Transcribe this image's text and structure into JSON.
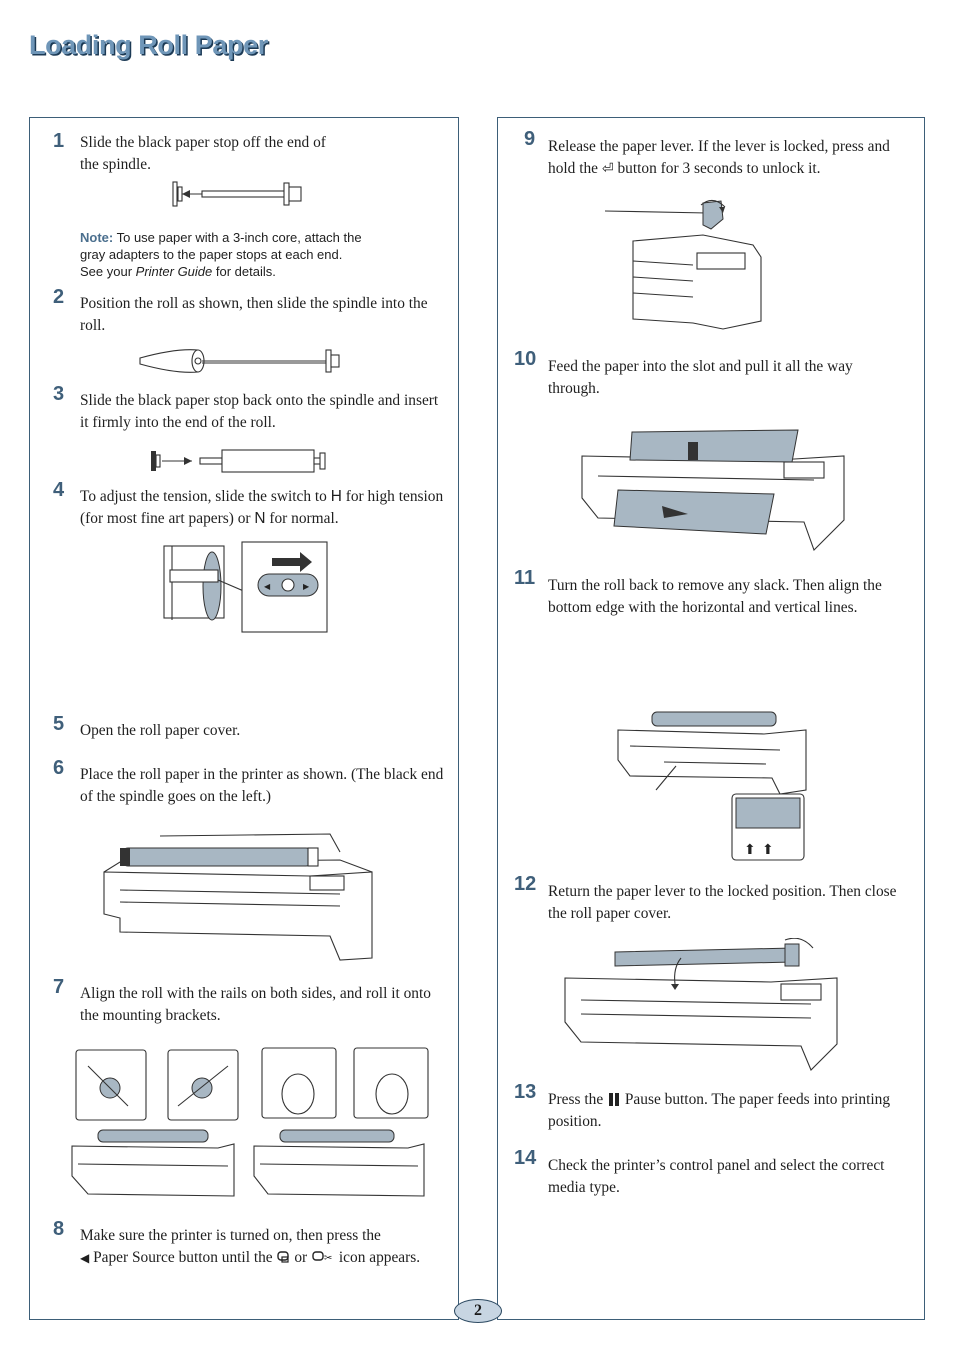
{
  "page": {
    "title": "Loading Roll Paper",
    "page_number": "2"
  },
  "steps": {
    "s1": {
      "num": "1",
      "text_line1": "Slide the black paper stop off the end of",
      "text_line2": "the spindle."
    },
    "note": {
      "label": "Note:",
      "text_a": "To use paper with a 3-inch core, attach the",
      "text_b": "gray adapters to the paper stops at each end.",
      "text_c": "See your",
      "guide": "Printer Guide",
      "text_d": "for details."
    },
    "s2": {
      "num": "2",
      "text": "Position the roll as shown, then slide the spindle into the roll."
    },
    "s3": {
      "num": "3",
      "text": "Slide the black paper stop back onto the spindle and insert it firmly into the end of the roll."
    },
    "s4": {
      "num": "4",
      "text_a": "To adjust the tension, slide the switch to",
      "key_h": "H",
      "text_b": "for high tension (for most fine art papers) or",
      "key_n": "N",
      "text_c": "for normal."
    },
    "s5": {
      "num": "5",
      "text": "Open the roll paper cover."
    },
    "s6": {
      "num": "6",
      "text": "Place the roll paper in the printer as shown. (The black end of the spindle goes on the left.)"
    },
    "s7": {
      "num": "7",
      "text": "Align the roll with the rails on both sides, and roll it onto the mounting brackets."
    },
    "s8": {
      "num": "8",
      "text_a": "Make sure the printer is turned on, then press the",
      "text_b": "Paper Source button until the",
      "text_c": "or",
      "text_d": "icon appears."
    },
    "s9": {
      "num": "9",
      "text_a": "Release the paper lever. If the lever is locked, press and hold the",
      "text_b": "button for 3 seconds to unlock it."
    },
    "s10": {
      "num": "10",
      "text": "Feed the paper into the slot and pull it all the way through."
    },
    "s11": {
      "num": "11",
      "text": "Turn the roll back to remove any slack. Then align the bottom edge with the horizontal and vertical lines."
    },
    "s12": {
      "num": "12",
      "text": "Return the paper lever to the locked position. Then close the roll paper cover."
    },
    "s13": {
      "num": "13",
      "text_a": "Press the",
      "text_b": "Pause button. The paper feeds into printing position."
    },
    "s14": {
      "num": "14",
      "text": "Check the printer’s control panel and select the correct media type."
    }
  },
  "icons": {
    "paper_source": "left-triangle-icon",
    "roll_icon": "roll-paper-icon",
    "roll_cut_icon": "roll-cutter-icon",
    "enter": "enter-arrow-icon",
    "pause": "pause-icon"
  },
  "colors": {
    "accent": "#4b6f8e",
    "title": "#6f96b8",
    "border": "#3d5e78",
    "page_badge": "#c7d5e2"
  }
}
